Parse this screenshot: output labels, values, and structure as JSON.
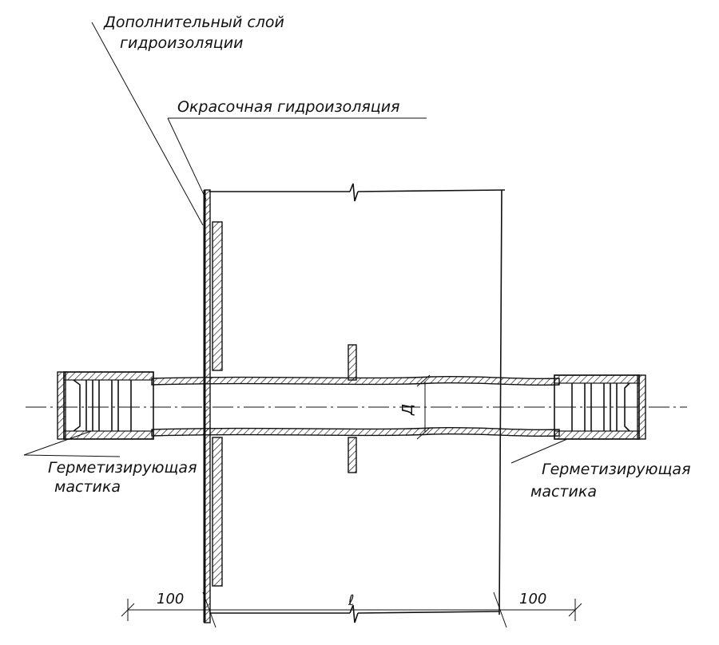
{
  "labels": {
    "additional_layer": [
      "Дополнительный слой",
      "гидроизоляции"
    ],
    "paint_waterproofing": "Окрасочная гидроизоляция",
    "sealing_mastic_left": [
      "Герметизирующая",
      "мастика"
    ],
    "sealing_mastic_right": [
      "Герметизирующая",
      "мастика"
    ]
  },
  "dimensions": {
    "left_offset": "100",
    "wall_thickness": "ℓ",
    "right_offset": "100",
    "pipe_diameter": "Д"
  },
  "colors": {
    "ink": "#111111",
    "paper": "#ffffff"
  }
}
